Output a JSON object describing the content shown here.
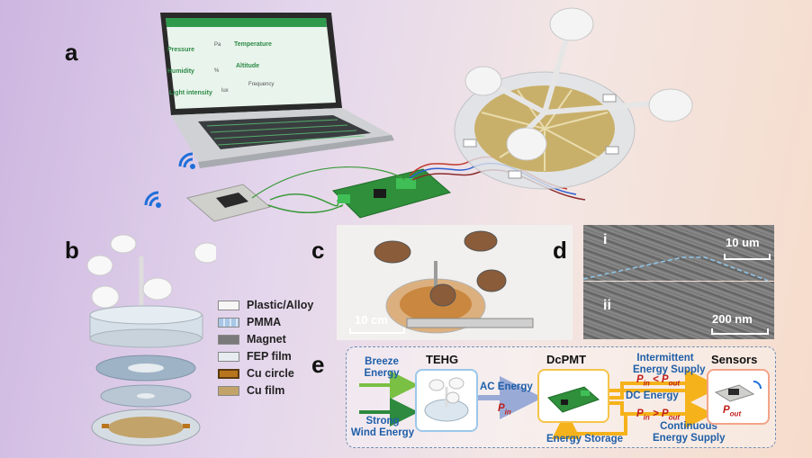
{
  "panels": {
    "a": "a",
    "b": "b",
    "c": "c",
    "d": "d",
    "e": "e"
  },
  "laptop_screen": {
    "rows": [
      {
        "label": "Pressure",
        "unit": "Pa"
      },
      {
        "label": "Temperature",
        "unit": ""
      },
      {
        "label": "Humidity",
        "unit": "%"
      },
      {
        "label": "Altitude",
        "unit": ""
      },
      {
        "label": "Light intensity",
        "unit": "lux"
      },
      {
        "label": "Frequency",
        "unit": ""
      }
    ]
  },
  "legend": [
    {
      "label": "Plastic/Alloy",
      "color": "#f6f6f6"
    },
    {
      "label": "PMMA",
      "color": "#a9c6e6"
    },
    {
      "label": "Magnet",
      "color": "#7a7a7a"
    },
    {
      "label": "FEP film",
      "color": "#e6ecef"
    },
    {
      "label": "Cu circle",
      "color": "#b9751e"
    },
    {
      "label": "Cu film",
      "color": "#c2a36a"
    }
  ],
  "photo_c": {
    "scale": "10 cm"
  },
  "sem": [
    {
      "label": "i",
      "scale": "10 um"
    },
    {
      "label": "ii",
      "scale": "200 nm"
    }
  ],
  "flow": {
    "inputs": [
      "Breeze\nEnergy",
      "Strong\nWind Energy"
    ],
    "tehg": "TEHG",
    "dcpmt": "DcPMT",
    "sensors": "Sensors",
    "ac_energy": "AC Energy",
    "p_in": "P",
    "p_in_sub": "in",
    "intermittent": "Intermittent\nEnergy Supply",
    "cond1": {
      "a": "P",
      "a_sub": "in",
      "op": " < ",
      "b": "P",
      "b_sub": "out"
    },
    "dc_energy": "DC Energy",
    "cond2": {
      "a": "P",
      "a_sub": "in",
      "op": " > ",
      "b": "P",
      "b_sub": "out"
    },
    "continuous": "Continuous\nEnergy Supply",
    "storage": "Energy Storage",
    "p_out": "P",
    "p_out_sub": "out"
  }
}
